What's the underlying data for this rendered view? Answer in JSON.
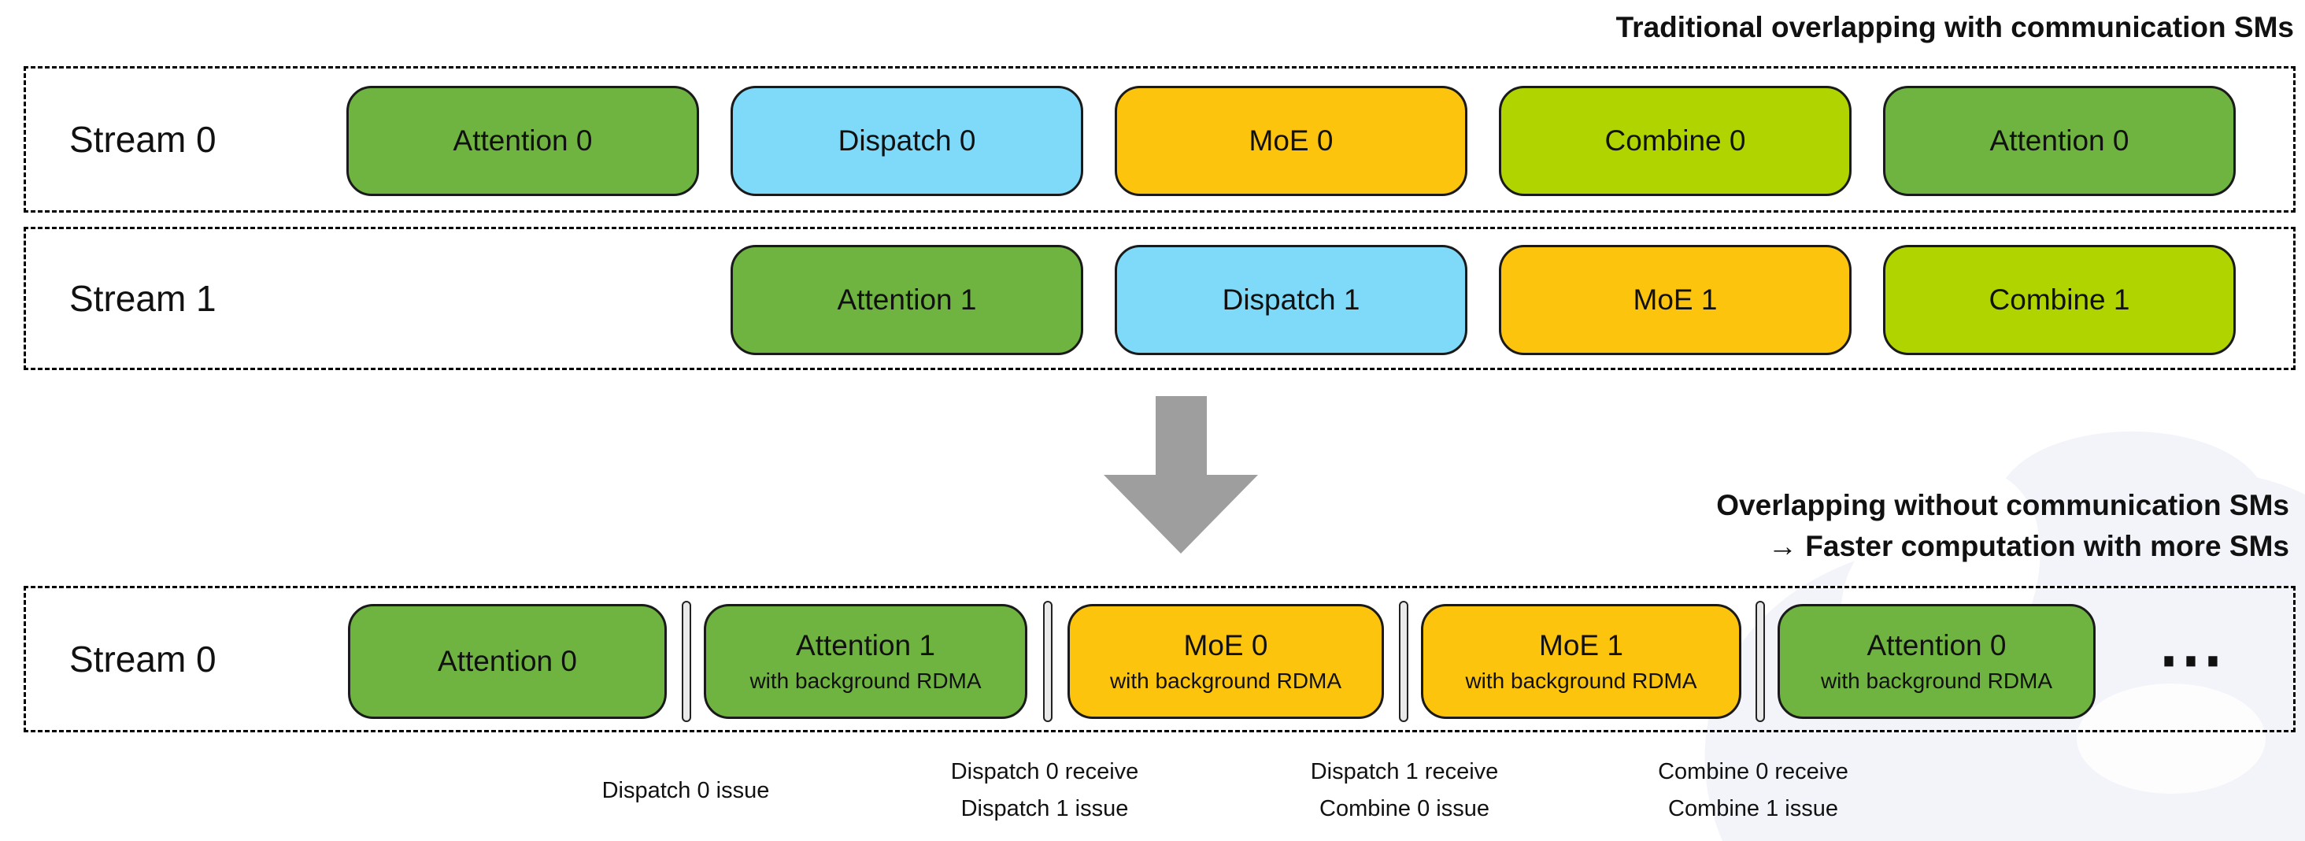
{
  "colors": {
    "attention": "#6FB441",
    "dispatch": "#7EDAF8",
    "moe": "#FDC40E",
    "combine": "#AFD400",
    "separator": "#E9E9E9",
    "arrow": "#9E9E9E",
    "border": "#1A1A1A",
    "watermark": "#F2F4FA"
  },
  "traditional": {
    "title": "Traditional overlapping with communication SMs",
    "rows": [
      {
        "label": "Stream 0",
        "blocks": [
          {
            "title": "Attention 0",
            "type": "attention"
          },
          {
            "title": "Dispatch 0",
            "type": "dispatch"
          },
          {
            "title": "MoE 0",
            "type": "moe"
          },
          {
            "title": "Combine 0",
            "type": "combine"
          },
          {
            "title": "Attention 0",
            "type": "attention"
          }
        ]
      },
      {
        "label": "Stream 1",
        "blocks": [
          {
            "title": "Attention 1",
            "type": "attention"
          },
          {
            "title": "Dispatch 1",
            "type": "dispatch"
          },
          {
            "title": "MoE 1",
            "type": "moe"
          },
          {
            "title": "Combine 1",
            "type": "combine"
          }
        ]
      }
    ]
  },
  "overlap": {
    "title_line1": "Overlapping without communication SMs",
    "title_line2": "→ Faster computation with more SMs",
    "row": {
      "label": "Stream 0",
      "blocks": [
        {
          "title": "Attention 0",
          "subtitle": "",
          "type": "attention"
        },
        {
          "title": "Attention 1",
          "subtitle": "with background RDMA",
          "type": "attention"
        },
        {
          "title": "MoE 0",
          "subtitle": "with background RDMA",
          "type": "moe"
        },
        {
          "title": "MoE 1",
          "subtitle": "with background RDMA",
          "type": "moe"
        },
        {
          "title": "Attention 0",
          "subtitle": "with background RDMA",
          "type": "attention"
        }
      ]
    },
    "ellipsis": "⋯",
    "sync_labels": [
      {
        "line1": "Dispatch 0 issue",
        "line2": ""
      },
      {
        "line1": "Dispatch 0 receive",
        "line2": "Dispatch 1 issue"
      },
      {
        "line1": "Dispatch 1 receive",
        "line2": "Combine 0 issue"
      },
      {
        "line1": "Combine 0 receive",
        "line2": "Combine 1 issue"
      }
    ]
  }
}
